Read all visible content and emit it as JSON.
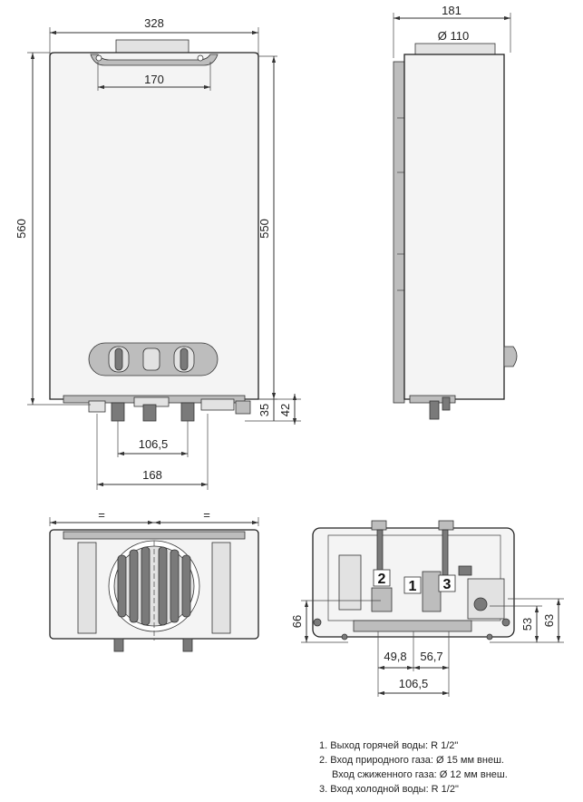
{
  "front_view": {
    "width_label": "328",
    "top_span_label": "170",
    "height_label": "560",
    "body_height_label": "550",
    "bottom_offset_1_label": "35",
    "bottom_offset_2_label": "42",
    "pipe_spacing_label": "106,5",
    "outer_pipe_spacing_label": "168"
  },
  "side_view": {
    "depth_label": "181",
    "flue_label": "Ø 110"
  },
  "top_view": {
    "center_mark_left": "=",
    "center_mark_right": "="
  },
  "bottom_view": {
    "height_label_left": "66",
    "height_label_right_1": "53",
    "height_label_right_2": "63",
    "offset_left_label": "49,8",
    "offset_right_label": "56,7",
    "spacing_label": "106,5",
    "marker_1": "1",
    "marker_2": "2",
    "marker_3": "3"
  },
  "legend": {
    "line_1": "1. Выход горячей воды: R 1/2\"",
    "line_2": "2. Вход природного газа: Ø 15 мм внеш.",
    "line_3": "Вход сжиженного газа: Ø 12 мм внеш.",
    "line_4": "3. Вход холодной воды: R 1/2\""
  }
}
